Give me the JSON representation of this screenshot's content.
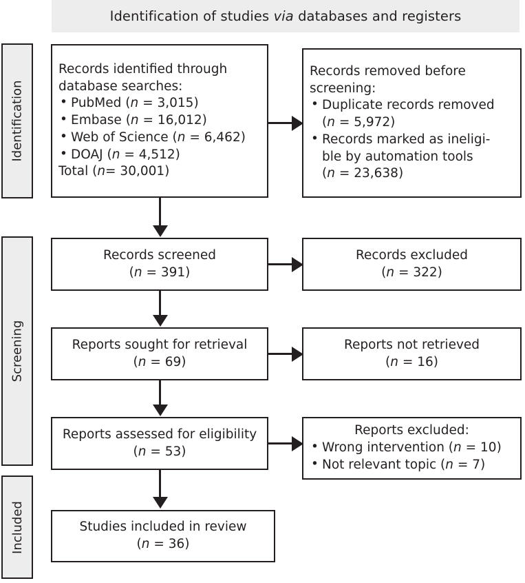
{
  "title": {
    "prefix": "Identification of studies ",
    "emphasis": "via",
    "suffix": " databases and registers"
  },
  "stages": {
    "identification": "Identification",
    "screening": "Screening",
    "included": "Included"
  },
  "boxes": {
    "identified": {
      "heading_line1": "Records identified through",
      "heading_line2": "database searches:",
      "items": [
        {
          "label": "PubMed (",
          "n_italic": "n",
          "n_value": " = 3,015)"
        },
        {
          "label": "Embase (",
          "n_italic": "n",
          "n_value": " = 16,012)"
        },
        {
          "label": "Web of Science (",
          "n_italic": "n",
          "n_value": " = 6,462)"
        },
        {
          "label": "DOAJ (",
          "n_italic": "n",
          "n_value": " = 4,512)"
        }
      ],
      "total": {
        "label": "Total (",
        "n_italic": "n",
        "n_value": "= 30,001)"
      }
    },
    "removed": {
      "heading_line1": "Records removed before",
      "heading_line2": "screening:",
      "items": [
        {
          "line1": "Duplicate records removed",
          "line2_pre": "(",
          "n_italic": "n",
          "line2_post": " = 5,972)"
        },
        {
          "line1": "Records marked as ineligi-",
          "line1b": "ble by automation tools",
          "line2_pre": "(",
          "n_italic": "n",
          "line2_post": " = 23,638)"
        }
      ]
    },
    "screened": {
      "line1": "Records screened",
      "line2_pre": "(",
      "n_italic": "n",
      "line2_post": " = 391)"
    },
    "excluded1": {
      "line1": "Records excluded",
      "line2_pre": "(",
      "n_italic": "n",
      "line2_post": " = 322)"
    },
    "sought": {
      "line1": "Reports sought for retrieval",
      "line2_pre": "(",
      "n_italic": "n",
      "line2_post": " = 69)"
    },
    "not_retrieved": {
      "line1": "Reports not retrieved",
      "line2_pre": "(",
      "n_italic": "n",
      "line2_post": " = 16)"
    },
    "assessed": {
      "line1": "Reports assessed for eligibility",
      "line2_pre": "(",
      "n_italic": "n",
      "line2_post": " = 53)"
    },
    "excluded2": {
      "heading": "Reports excluded:",
      "items": [
        {
          "pre": "Wrong intervention (",
          "n_italic": "n",
          "post": " = 10)"
        },
        {
          "pre": "Not relevant topic (",
          "n_italic": "n",
          "post": " = 7)"
        }
      ]
    },
    "included": {
      "line1": "Studies included in review",
      "line2_pre": "(",
      "n_italic": "n",
      "line2_post": " = 36)"
    }
  },
  "chart_data": {
    "type": "diagram",
    "diagram_kind": "prisma-flow",
    "title": "Identification of studies via databases and registers",
    "stages": [
      "Identification",
      "Screening",
      "Included"
    ],
    "nodes": [
      {
        "id": "identified",
        "stage": "Identification",
        "column": "left",
        "label": "Records identified through database searches",
        "n": 30001,
        "breakdown": [
          {
            "source": "PubMed",
            "n": 3015
          },
          {
            "source": "Embase",
            "n": 16012
          },
          {
            "source": "Web of Science",
            "n": 6462
          },
          {
            "source": "DOAJ",
            "n": 4512
          }
        ]
      },
      {
        "id": "removed",
        "stage": "Identification",
        "column": "right",
        "label": "Records removed before screening",
        "breakdown": [
          {
            "source": "Duplicate records removed",
            "n": 5972
          },
          {
            "source": "Records marked as ineligible by automation tools",
            "n": 23638
          }
        ]
      },
      {
        "id": "screened",
        "stage": "Screening",
        "column": "left",
        "label": "Records screened",
        "n": 391
      },
      {
        "id": "excluded1",
        "stage": "Screening",
        "column": "right",
        "label": "Records excluded",
        "n": 322
      },
      {
        "id": "sought",
        "stage": "Screening",
        "column": "left",
        "label": "Reports sought for retrieval",
        "n": 69
      },
      {
        "id": "not_retrieved",
        "stage": "Screening",
        "column": "right",
        "label": "Reports not retrieved",
        "n": 16
      },
      {
        "id": "assessed",
        "stage": "Screening",
        "column": "left",
        "label": "Reports assessed for eligibility",
        "n": 53
      },
      {
        "id": "excluded2",
        "stage": "Screening",
        "column": "right",
        "label": "Reports excluded",
        "breakdown": [
          {
            "source": "Wrong intervention",
            "n": 10
          },
          {
            "source": "Not relevant topic",
            "n": 7
          }
        ]
      },
      {
        "id": "included",
        "stage": "Included",
        "column": "left",
        "label": "Studies included in review",
        "n": 36
      }
    ],
    "edges": [
      {
        "from": "identified",
        "to": "removed",
        "direction": "right"
      },
      {
        "from": "identified",
        "to": "screened",
        "direction": "down"
      },
      {
        "from": "screened",
        "to": "excluded1",
        "direction": "right"
      },
      {
        "from": "screened",
        "to": "sought",
        "direction": "down"
      },
      {
        "from": "sought",
        "to": "not_retrieved",
        "direction": "right"
      },
      {
        "from": "sought",
        "to": "assessed",
        "direction": "down"
      },
      {
        "from": "assessed",
        "to": "excluded2",
        "direction": "right"
      },
      {
        "from": "assessed",
        "to": "included",
        "direction": "down"
      }
    ],
    "colors": {
      "banner": "#ededed",
      "stage_fill": "#ededed",
      "stroke": "#231f20",
      "box_fill": "#ffffff"
    }
  }
}
